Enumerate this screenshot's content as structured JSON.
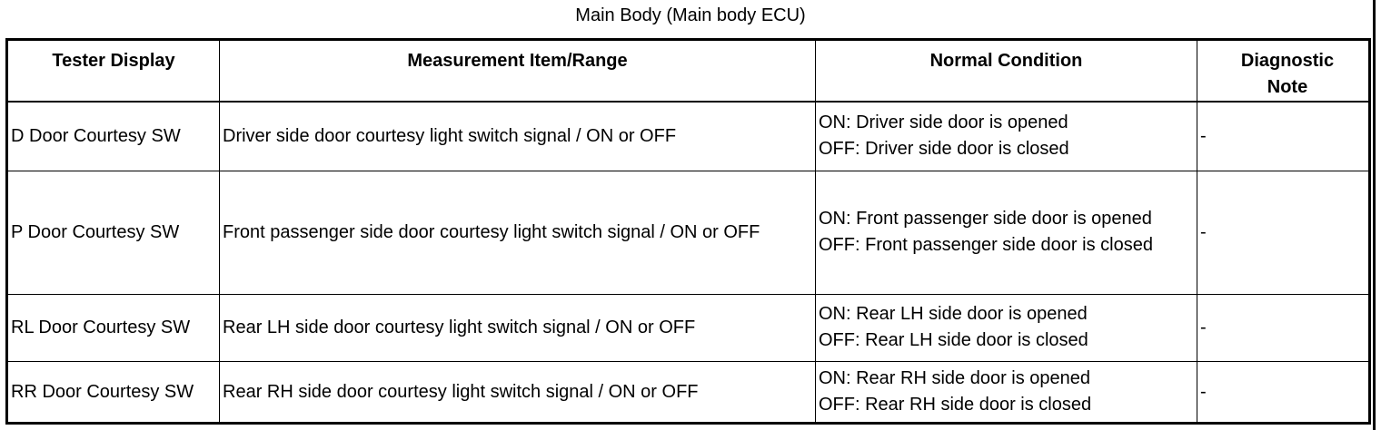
{
  "title": "Main Body (Main body ECU)",
  "table": {
    "headers": [
      "Tester Display",
      "Measurement Item/Range",
      "Normal Condition",
      "Diagnostic Note"
    ],
    "rows": [
      {
        "tester_display": "D Door Courtesy SW",
        "measurement": "Driver side door courtesy light switch signal / ON or OFF",
        "normal_on": "ON: Driver side door is opened",
        "normal_off": "OFF: Driver side door is closed",
        "note": "-"
      },
      {
        "tester_display": "P Door Courtesy SW",
        "measurement": "Front passenger side door courtesy light switch signal / ON or OFF",
        "normal_on": "ON: Front passenger side door is opened",
        "normal_off": "OFF: Front passenger side door is closed",
        "note": "-"
      },
      {
        "tester_display": "RL Door Courtesy SW",
        "measurement": "Rear LH side door courtesy light switch signal / ON or OFF",
        "normal_on": "ON: Rear LH side door is opened",
        "normal_off": "OFF: Rear LH side door is closed",
        "note": "-"
      },
      {
        "tester_display": "RR Door Courtesy SW",
        "measurement": "Rear RH side door courtesy light switch signal / ON or OFF",
        "normal_on": "ON: Rear RH side door is opened",
        "normal_off": "OFF: Rear RH side door is closed",
        "note": "-"
      }
    ]
  }
}
